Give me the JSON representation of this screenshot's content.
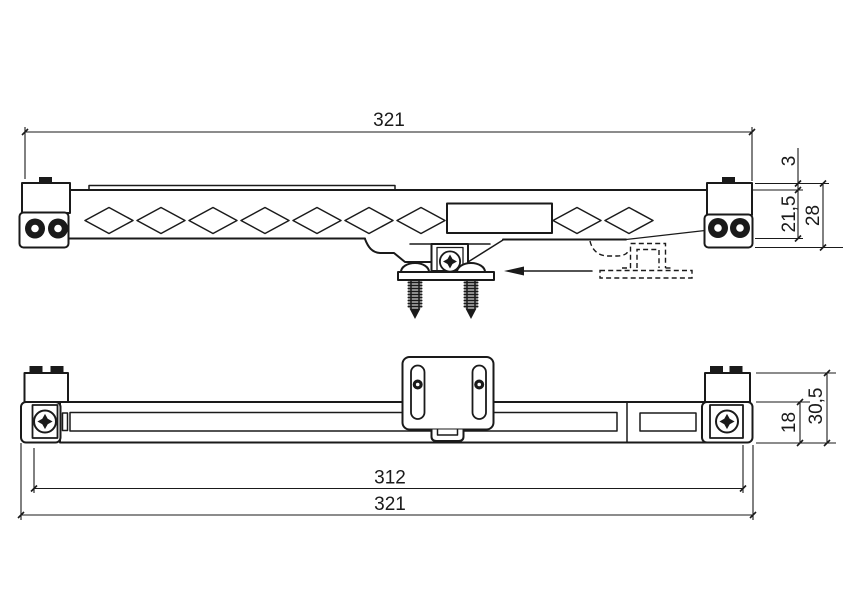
{
  "colors": {
    "background": "#ffffff",
    "line": "#1a1a1a"
  },
  "views": {
    "top": {
      "dimensions": {
        "overall_width": "321",
        "cap_protrusion": "3",
        "profile_height": "21,5",
        "end_cap_height": "28"
      }
    },
    "bottom": {
      "dimensions": {
        "inner_width": "312",
        "overall_width": "321",
        "profile_height": "18",
        "overall_height": "30,5"
      }
    }
  }
}
